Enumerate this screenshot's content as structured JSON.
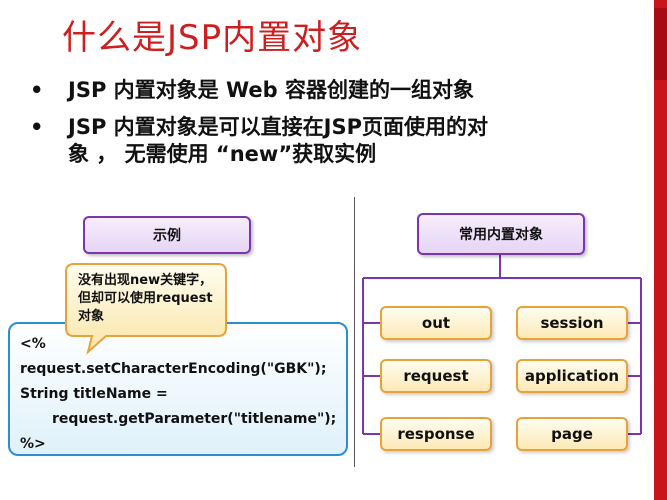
{
  "title": "什么是JSP内置对象",
  "bullets": [
    {
      "marker": "•",
      "text": "JSP 内置对象是 Web 容器创建的一组对象"
    },
    {
      "marker": "•",
      "line1": "JSP 内置对象是可以直接在JSP页面使用的对",
      "line2": "象 ， 无需使用 “new”获取实例"
    }
  ],
  "left_panel": {
    "header": "示例",
    "callout": "没有出现new关键字，但却可以使用request对象",
    "code": [
      "<%",
      "request.setCharacterEncoding(\"GBK\");",
      "String titleName =",
      "request.getParameter(\"titlename\");",
      "%>"
    ]
  },
  "right_panel": {
    "header": "常用内置对象",
    "objects": [
      "out",
      "session",
      "request",
      "application",
      "response",
      "page"
    ]
  },
  "colors": {
    "title": "#cc2020",
    "accent_bar": "#c8151c",
    "purple": "#7d35ad",
    "code_border": "#2a8fd0",
    "yellow_border": "#e8a23a"
  }
}
